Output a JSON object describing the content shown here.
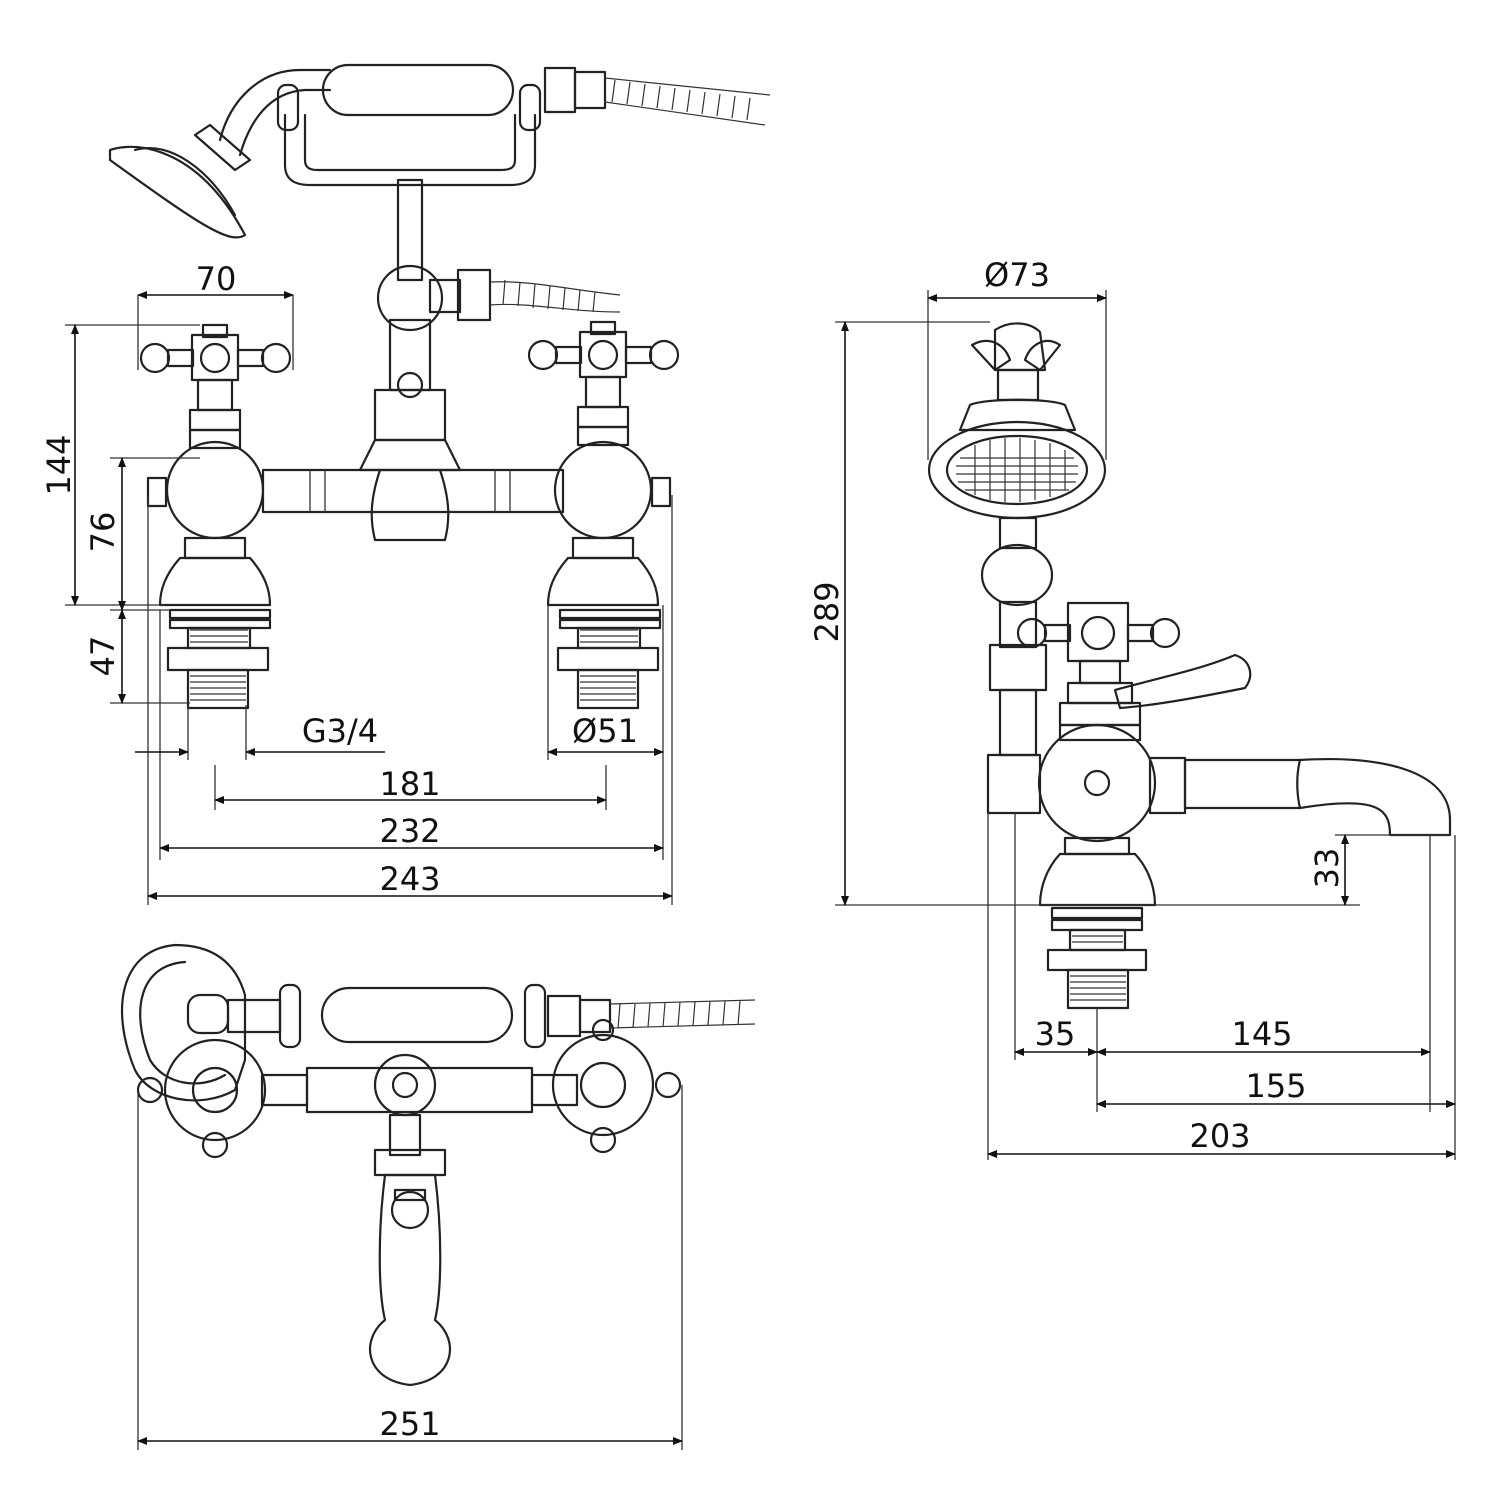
{
  "front_view": {
    "dim_handle_width": "70",
    "dim_total_height": "144",
    "dim_body_height": "76",
    "dim_shank_height": "47",
    "dim_thread": "G3/4",
    "dim_base_diameter": "Ø51",
    "dim_centers": "181",
    "dim_base_outer": "232",
    "dim_overall_width": "243"
  },
  "side_view": {
    "dim_head_diameter": "Ø73",
    "dim_height": "289",
    "dim_spout_height": "33",
    "dim_rear_offset": "35",
    "dim_spout_reach": "145",
    "dim_reach_to_axis": "155",
    "dim_overall_depth": "203"
  },
  "top_view": {
    "dim_overall_width": "251"
  }
}
